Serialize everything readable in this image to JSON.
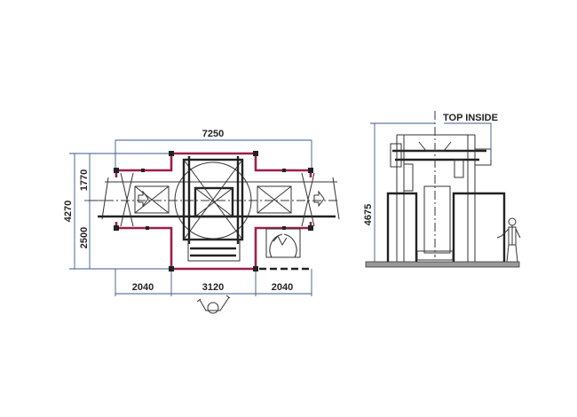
{
  "plan_view": {
    "dimensions": {
      "overall_width": "7250",
      "overall_depth": "4270",
      "depth_upper": "1770",
      "depth_lower": "2500",
      "width_left": "2040",
      "width_center": "3120",
      "width_right": "2040"
    },
    "colors": {
      "guard_fence": "#9c1f4a",
      "dimension_line": "#3a5a8c",
      "line": "#333333"
    }
  },
  "side_view": {
    "dimensions": {
      "height": "4675"
    },
    "callout": "TOP INSIDE"
  }
}
